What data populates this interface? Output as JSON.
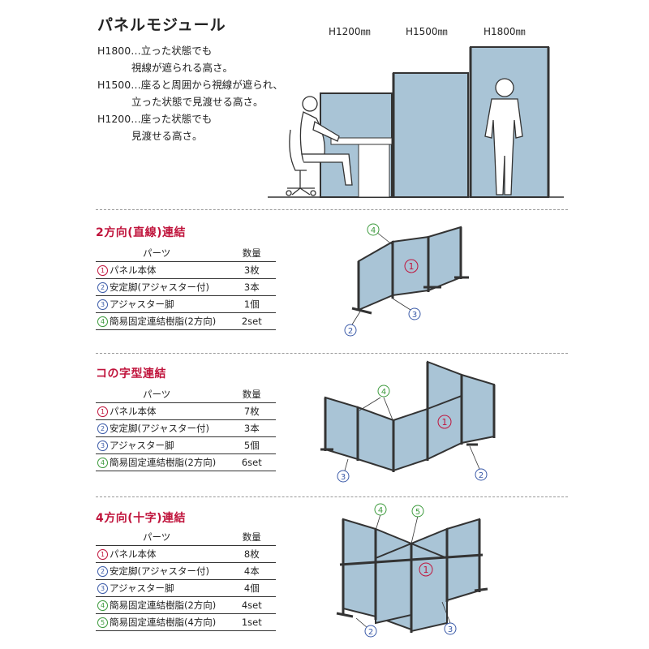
{
  "header": {
    "title": "パネルモジュール",
    "heights": [
      "H1200㎜",
      "H1500㎜",
      "H1800㎜"
    ]
  },
  "descriptions": [
    {
      "line1": "H1800…立った状態でも",
      "line2": "視線が遮られる高さ。"
    },
    {
      "line1": "H1500…座ると周囲から視線が遮られ、",
      "line2": "立った状態で見渡せる高さ。"
    },
    {
      "line1": "H1200…座った状態でも",
      "line2": "見渡せる高さ。"
    }
  ],
  "table_header": {
    "parts": "パーツ",
    "qty": "数量"
  },
  "sections": [
    {
      "title": "2方向(直線)連結",
      "rows": [
        {
          "num": "1",
          "name": "パネル本体",
          "qty": "3枚"
        },
        {
          "num": "2",
          "name": "安定脚(アジャスター付)",
          "qty": "3本"
        },
        {
          "num": "3",
          "name": "アジャスター脚",
          "qty": "1個"
        },
        {
          "num": "4",
          "name": "簡易固定連結樹脂(2方向)",
          "qty": "2set"
        }
      ]
    },
    {
      "title": "コの字型連結",
      "rows": [
        {
          "num": "1",
          "name": "パネル本体",
          "qty": "7枚"
        },
        {
          "num": "2",
          "name": "安定脚(アジャスター付)",
          "qty": "3本"
        },
        {
          "num": "3",
          "name": "アジャスター脚",
          "qty": "5個"
        },
        {
          "num": "4",
          "name": "簡易固定連結樹脂(2方向)",
          "qty": "6set"
        }
      ]
    },
    {
      "title": "4方向(十字)連結",
      "rows": [
        {
          "num": "1",
          "name": "パネル本体",
          "qty": "8枚"
        },
        {
          "num": "2",
          "name": "安定脚(アジャスター付)",
          "qty": "4本"
        },
        {
          "num": "3",
          "name": "アジャスター脚",
          "qty": "4個"
        },
        {
          "num": "4",
          "name": "簡易固定連結樹脂(2方向)",
          "qty": "4set"
        },
        {
          "num": "5",
          "name": "簡易固定連結樹脂(4方向)",
          "qty": "1set"
        }
      ]
    }
  ],
  "callouts": {
    "n1": "1",
    "n2": "2",
    "n3": "3",
    "n4": "4",
    "n5": "5"
  },
  "colors": {
    "panel": "#a9c4d6",
    "frame": "#3a3a3a",
    "accent": "#c0143c",
    "blue_num": "#3a5aa8",
    "green_num": "#3c9a3c"
  }
}
